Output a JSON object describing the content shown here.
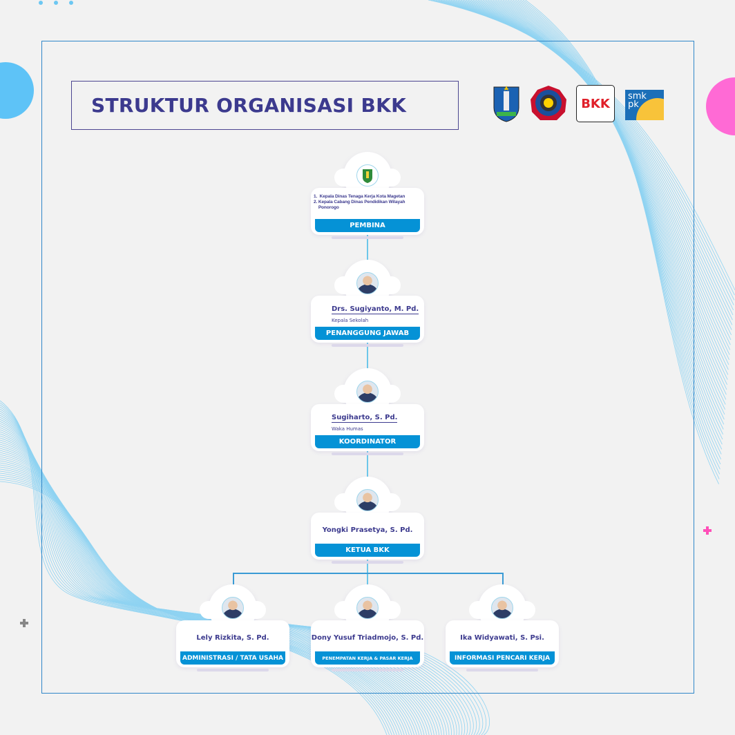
{
  "title": "STRUKTUR ORGANISASI BKK",
  "logos": [
    {
      "name": "jatim-logo"
    },
    {
      "name": "school-logo"
    },
    {
      "name": "bkk-logo",
      "text": "BKK"
    },
    {
      "name": "smkpk-logo",
      "text": "smk pk"
    }
  ],
  "colors": {
    "accent": "#0592d6",
    "title": "#3c3a8e",
    "frame": "#2f86c8",
    "pink": "#ff5fd2"
  },
  "pembina": {
    "items": [
      "1.  Kepala Dinas Tenaga Kerja Kota Magetan",
      "2. Kepala Cabang Dinas Pendidikan Wilayah",
      "    Ponorogo"
    ],
    "label": "PEMBINA"
  },
  "penanggung": {
    "name": "Drs. Sugiyanto, M. Pd.",
    "role": "Kepala Sekolah",
    "label": "PENANGGUNG JAWAB"
  },
  "koordinator": {
    "name": "Sugiharto, S. Pd.",
    "role": "Waka Humas",
    "label": "KOORDINATOR"
  },
  "ketua": {
    "name": "Yongki Prasetya, S. Pd.",
    "label": "KETUA BKK"
  },
  "staff": [
    {
      "name": "Lely Rizkita, S. Pd.",
      "label": "ADMINISTRASI / TATA USAHA"
    },
    {
      "name": "Dony Yusuf Triadmojo, S. Pd.",
      "label": "PENEMPATAN KERJA & PASAR KERJA"
    },
    {
      "name": "Ika Widyawati, S. Psi.",
      "label": "INFORMASI PENCARI KERJA"
    }
  ]
}
